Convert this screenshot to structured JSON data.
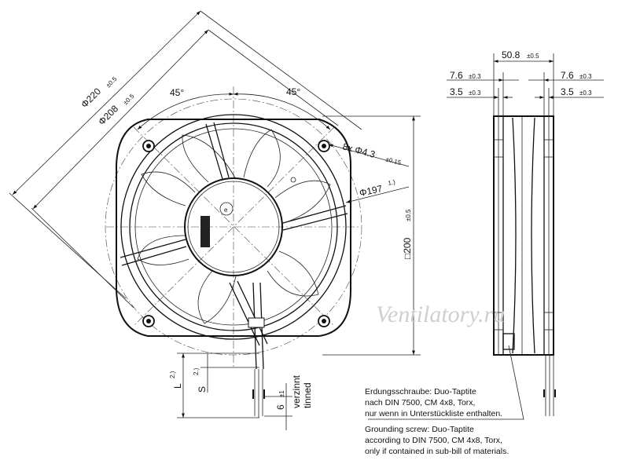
{
  "dimensions": {
    "d220": "Φ220",
    "d220_tol": "±0.5",
    "d208": "Φ208",
    "d208_tol": "±0.5",
    "angle_left": "45°",
    "angle_right": "45°",
    "holes": "8x Φ4.3",
    "holes_tol": "±0.15",
    "d197": "Φ197",
    "d197_note": "1.)",
    "square200": "□200",
    "square200_tol": "±0.5",
    "depth": "50.8",
    "depth_tol": "±0.5",
    "flange_left": "7.6",
    "flange_left_tol": "±0.3",
    "flange_right": "7.6",
    "flange_right_tol": "±0.3",
    "rib_left": "3.5",
    "rib_left_tol": "±0.3",
    "rib_right": "3.5",
    "rib_right_tol": "±0.3",
    "lead_L": "L",
    "lead_L_note": "2.)",
    "lead_S": "S",
    "lead_S_note": "2.)",
    "tinned_len": "6",
    "tinned_tol": "±1",
    "tinned_de": "verzinnt",
    "tinned_en": "tinned"
  },
  "notes": {
    "de": [
      "Erdungsschraube: Duo-Taptite",
      "nach DIN 7500, CM 4x8, Torx,",
      "nur wenn in Unterstückliste enthalten."
    ],
    "en": [
      "Grounding screw: Duo-Taptite",
      "according to DIN 7500, CM 4x8, Torx,",
      "only if contained in sub-bill of materials."
    ]
  },
  "watermark": "Ventilatory.ru",
  "hub_mark": "e"
}
